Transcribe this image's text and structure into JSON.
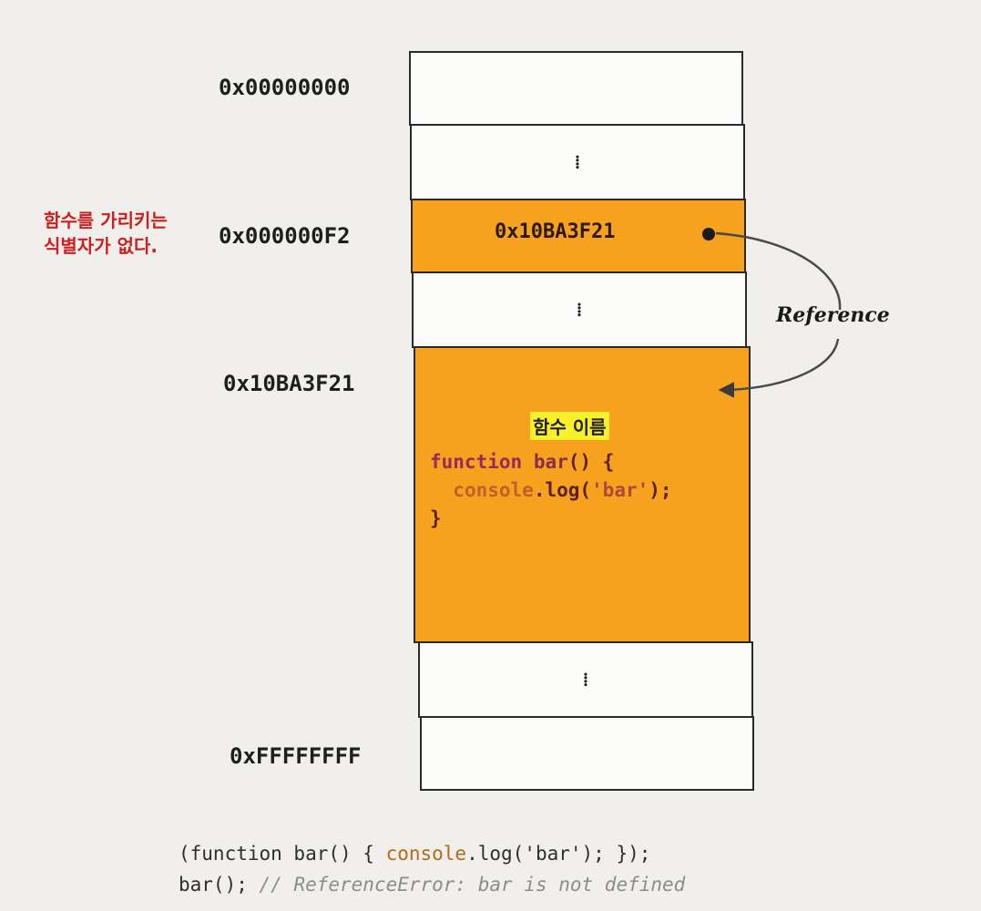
{
  "addresses": {
    "start": "0x00000000",
    "identifier_cell": "0x000000F2",
    "function_object": "0x10BA3F21",
    "end": "0xFFFFFFFF"
  },
  "cells": {
    "ellipsis": "⁞",
    "stored_value": "0x10BA3F21"
  },
  "note": {
    "line1": "함수를 가리키는",
    "line2": "식별자가 없다."
  },
  "arrow": {
    "label": "Reference"
  },
  "function_object": {
    "name_tag": "함수 이름",
    "code": {
      "line1_kw": "function",
      "line1_name": "bar",
      "line1_rest": "() {",
      "line2_obj": "console",
      "line2_mid": ".log(",
      "line2_str": "'bar'",
      "line2_end": ");",
      "line3": "}"
    }
  },
  "bottom_code": {
    "line1_pre": "(function bar() { ",
    "line1_obj": "console",
    "line1_post": ".log('bar'); });",
    "line2_code": "bar(); ",
    "line2_comment": "// ReferenceError: bar is not defined"
  },
  "colors": {
    "cell_orange": "#f6a21f",
    "note_red": "#cc1f1f",
    "highlight_yellow": "#f7f02a"
  }
}
